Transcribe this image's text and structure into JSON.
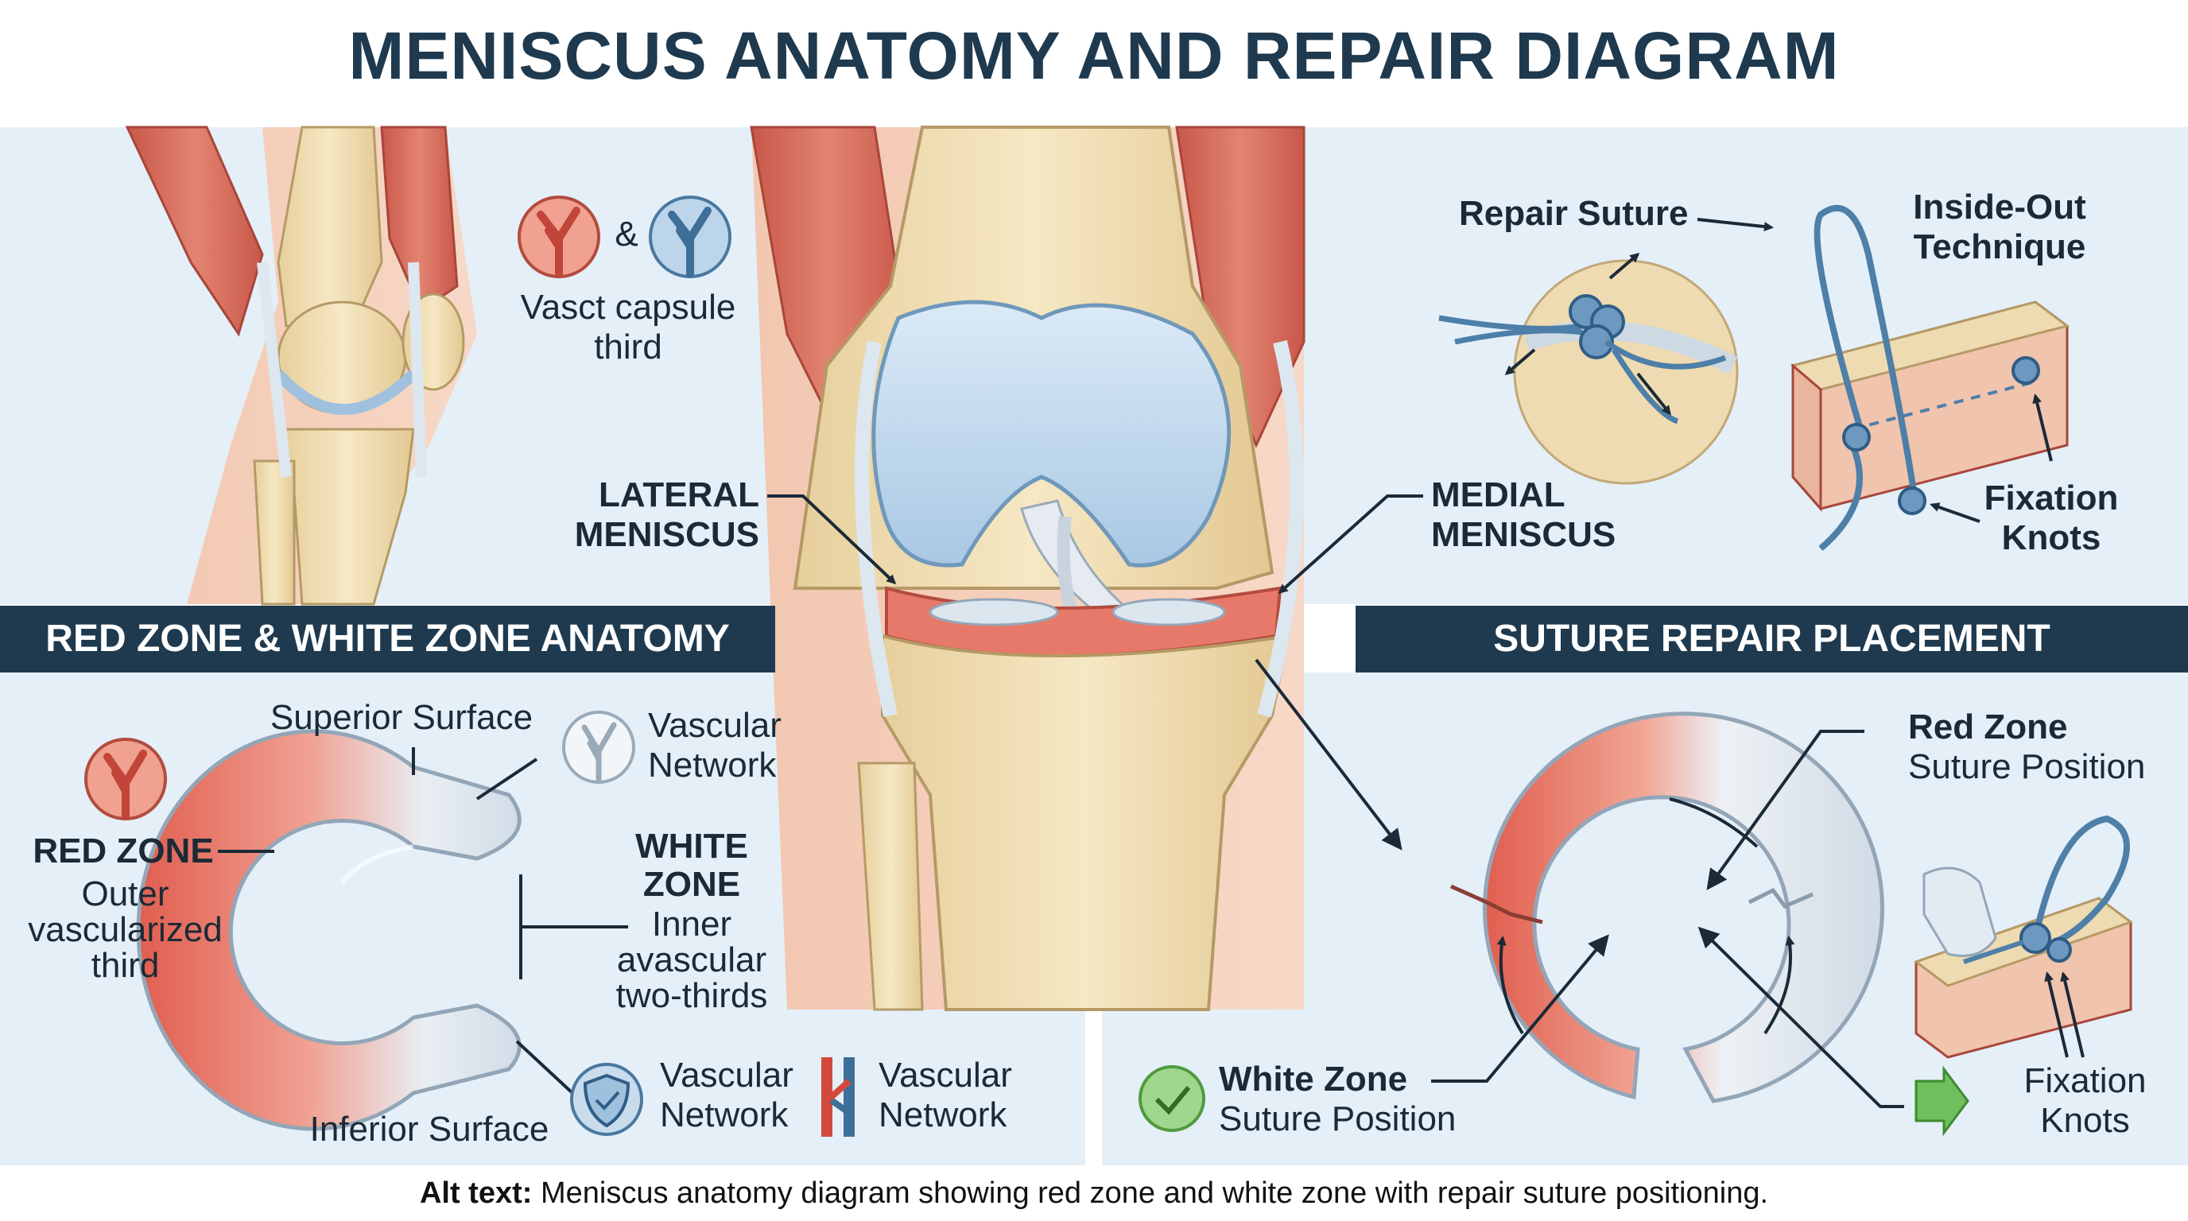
{
  "title": "MENISCUS ANATOMY AND REPAIR DIAGRAM",
  "banners": {
    "left": "RED ZONE & WHITE ZONE ANATOMY",
    "right": "SUTURE REPAIR PLACEMENT"
  },
  "top_left": {
    "ampersand": "&",
    "capsule_line1": "Vasct capsule",
    "capsule_line2": "third"
  },
  "center": {
    "lateral_line1": "LATERAL",
    "lateral_line2": "MENISCUS",
    "medial_line1": "MEDIAL",
    "medial_line2": "MENISCUS"
  },
  "top_right": {
    "repair_suture": "Repair Suture",
    "inside_out_line1": "Inside-Out",
    "inside_out_line2": "Technique",
    "fixation_line1": "Fixation",
    "fixation_line2": "Knots"
  },
  "anatomy": {
    "superior_surface": "Superior Surface",
    "inferior_surface": "Inferior Surface",
    "red_zone_title": "RED ZONE",
    "red_zone_line1": "Outer",
    "red_zone_line2": "vascularized",
    "red_zone_line3": "third",
    "white_zone_title1": "WHITE",
    "white_zone_title2": "ZONE",
    "white_zone_line1": "Inner",
    "white_zone_line2": "avascular",
    "white_zone_line3": "two-thirds",
    "vascular_top_line1": "Vascular",
    "vascular_top_line2": "Network",
    "vascular_bottom_left_line1": "Vascular",
    "vascular_bottom_left_line2": "Network",
    "vascular_bottom_right_line1": "Vascular",
    "vascular_bottom_right_line2": "Network"
  },
  "repair": {
    "red_zone_title": "Red Zone",
    "red_zone_sub": "Suture Position",
    "white_zone_title": "White Zone",
    "white_zone_sub": "Suture Position",
    "fixation_line1": "Fixation",
    "fixation_line2": "Knots"
  },
  "alt_text": {
    "label": "Alt text:",
    "body": " Meniscus anatomy diagram showing red zone and white zone with repair suture positioning."
  },
  "colors": {
    "title": "#1f3a4f",
    "banner": "#1f3a4f",
    "panel_bg": "#e3eef7",
    "red_zone": "#e5705f",
    "white_zone": "#dfe8f0",
    "bone": "#efdcae",
    "muscle": "#d96f5c",
    "cartilage": "#bcd8ee",
    "suture": "#4d7fa8",
    "check": "#6fbf5e"
  }
}
